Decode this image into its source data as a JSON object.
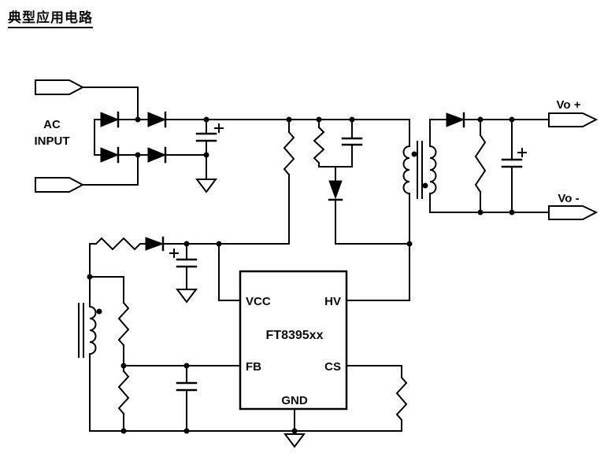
{
  "page": {
    "title": "典型应用电路"
  },
  "schematic": {
    "labels": {
      "ac_input_line1": "AC",
      "ac_input_line2": "INPUT",
      "vo_plus": "Vo +",
      "vo_minus": "Vo -"
    },
    "ic": {
      "part_number": "FT8395xx",
      "pins": {
        "vcc": "VCC",
        "hv": "HV",
        "fb": "FB",
        "cs": "CS",
        "gnd": "GND"
      }
    },
    "colors": {
      "line": "#000000",
      "background": "#ffffff"
    }
  }
}
